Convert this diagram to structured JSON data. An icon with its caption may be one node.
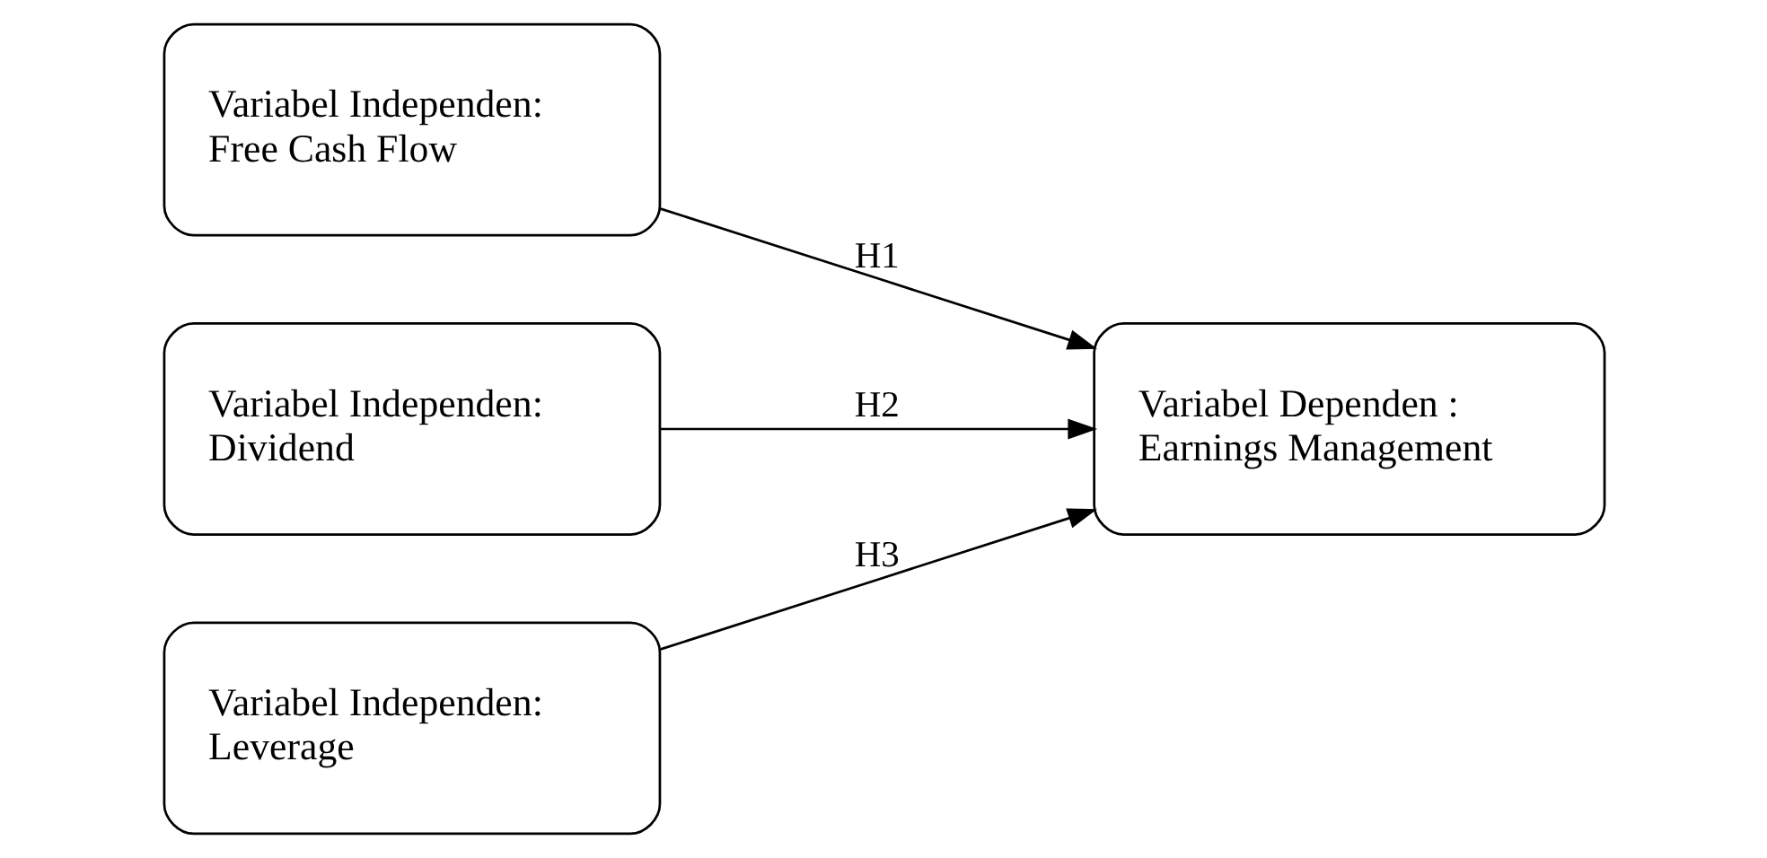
{
  "diagram": {
    "nodes": [
      {
        "text": [
          "Variabel Independen:",
          "Free Cash Flow"
        ]
      },
      {
        "text": [
          "Variabel Independen:",
          "Dividend"
        ]
      },
      {
        "text": [
          "Variabel Independen:",
          "Leverage"
        ]
      },
      {
        "text": [
          "Variabel Dependen :",
          "Earnings Management"
        ]
      }
    ],
    "edges": [
      {
        "from": 0,
        "to": 3,
        "arrow": "to",
        "label": "H1"
      },
      {
        "from": 1,
        "to": 3,
        "arrow": "to",
        "label": "H2"
      },
      {
        "from": 2,
        "to": 3,
        "arrow": "to",
        "label": "H3"
      }
    ]
  }
}
